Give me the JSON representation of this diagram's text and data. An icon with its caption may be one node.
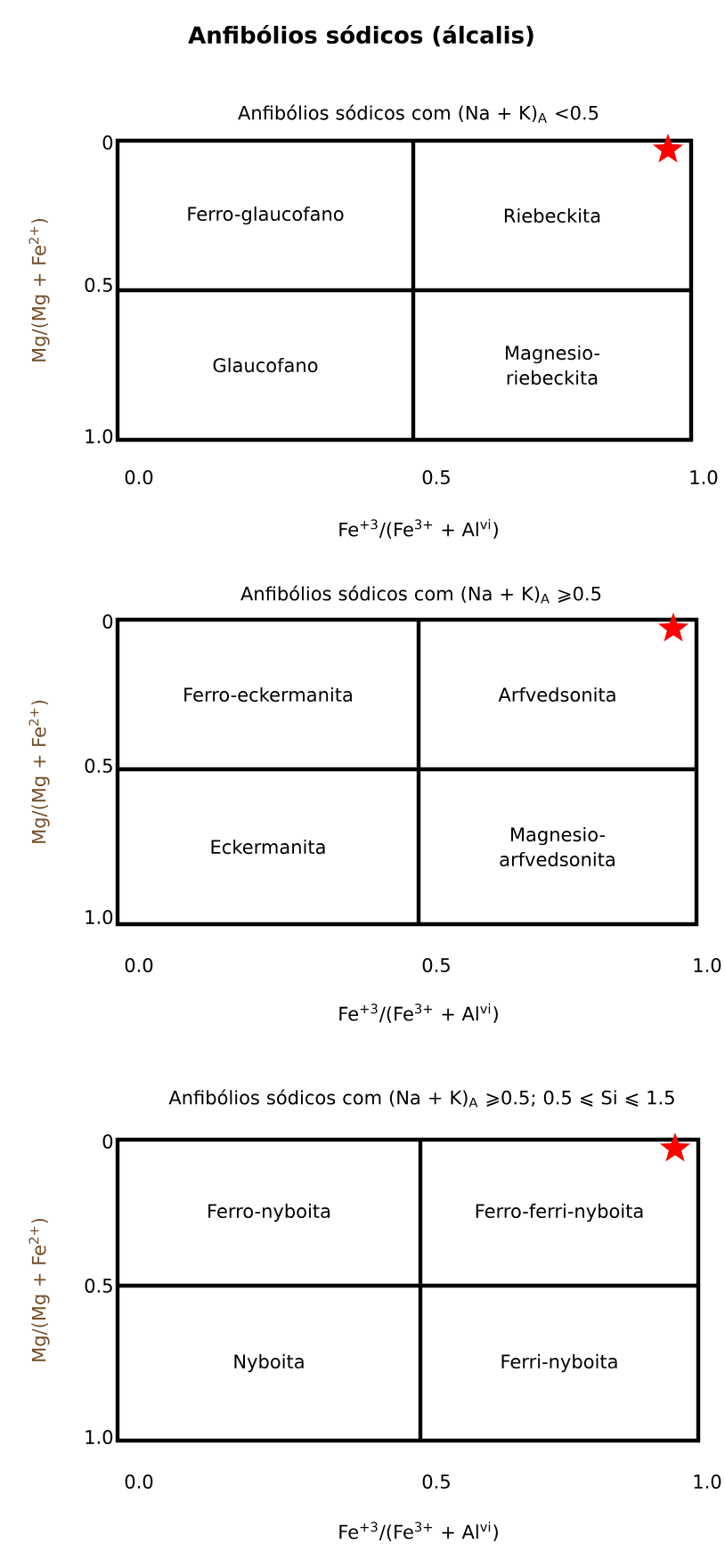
{
  "diagram": {
    "title": "Anfibólios sódicos (álcalis)",
    "nodes": [
      {
        "text": [
          "Anfibólios sódicos com (Na + K)$_{A}$ <0.5"
        ]
      },
      {
        "text": [
          "Ferro-glaucofano"
        ],
        "in": 0
      },
      {
        "text": [
          "Riebeckita"
        ],
        "in": 0
      },
      {
        "text": [
          "Glaucofano"
        ],
        "in": 0
      },
      {
        "text": [
          "Magnesio- riebeckita"
        ],
        "in": 0
      },
      {
        "text": [
          "Anfibólios sódicos com (Na + K)$_{A}$ ⩾0.5"
        ]
      },
      {
        "text": [
          "Ferro-eckermanita"
        ],
        "in": 5
      },
      {
        "text": [
          "Arfvedsonita"
        ],
        "in": 5
      },
      {
        "text": [
          "Eckermanita"
        ],
        "in": 5
      },
      {
        "text": [
          "Magnesio- arfvedsonita"
        ],
        "in": 5
      },
      {
        "text": [
          "Anfibólios sódicos com (Na + K)$_{A}$ ⩾0.5; 0.5 ⩽ Si ⩽ 1.5"
        ]
      },
      {
        "text": [
          "Ferro-nyboita"
        ],
        "in": 10
      },
      {
        "text": [
          "Ferro-ferri-nyboita"
        ],
        "in": 10
      },
      {
        "text": [
          "Nyboita"
        ],
        "in": 10
      },
      {
        "text": [
          "Ferri-nyboita"
        ],
        "in": 10
      }
    ],
    "labels": [
      "0",
      "0.5",
      "1.0",
      "Mg/(Mg + Fe$^{2+}$)",
      "0.0",
      "0.5",
      "1.0",
      "Fe$^{+3}$/(Fe$^{3+}$ + Al$^{vi}$)",
      "0",
      "0.5",
      "1.0",
      "Mg/(Mg + Fe$^{2+}$)",
      "0.0",
      "0.5",
      "1.0",
      "Fe$^{+3}$/(Fe$^{3+}$ + Al$^{vi}$)",
      "0",
      "0.5",
      "1.0",
      "Mg/(Mg + Fe$^{2+}$)",
      "0.0",
      "0.5",
      "1.0",
      "Fe$^{+3}$/(Fe$^{3+}$ + Al$^{vi}$)"
    ]
  }
}
